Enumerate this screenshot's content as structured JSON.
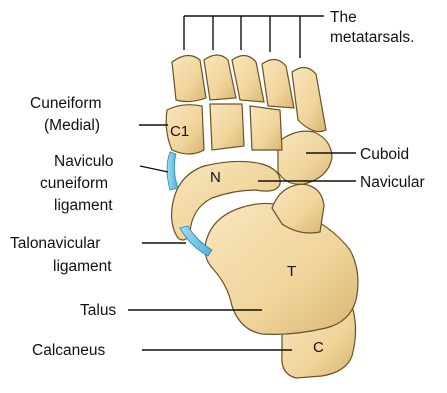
{
  "labels": {
    "metatarsals_line1": "The",
    "metatarsals_line2": "metatarsals.",
    "cuneiform_line1": "Cuneiform",
    "cuneiform_line2": "(Medial)",
    "naviculo_line1": "Naviculo",
    "naviculo_line2": "cuneiform",
    "naviculo_line3": "ligament",
    "talonav_line1": "Talonavicular",
    "talonav_line2": "ligament",
    "talus": "Talus",
    "calcaneus": "Calcaneus",
    "cuboid": "Cuboid",
    "navicular": "Navicular"
  },
  "bone_letters": {
    "c1": "C1",
    "n": "N",
    "t": "T",
    "c": "C"
  },
  "colors": {
    "bone_fill": "#f2d9a2",
    "bone_shadow": "#d6b777",
    "ligament": "#6fc4e6",
    "line": "#111111"
  }
}
